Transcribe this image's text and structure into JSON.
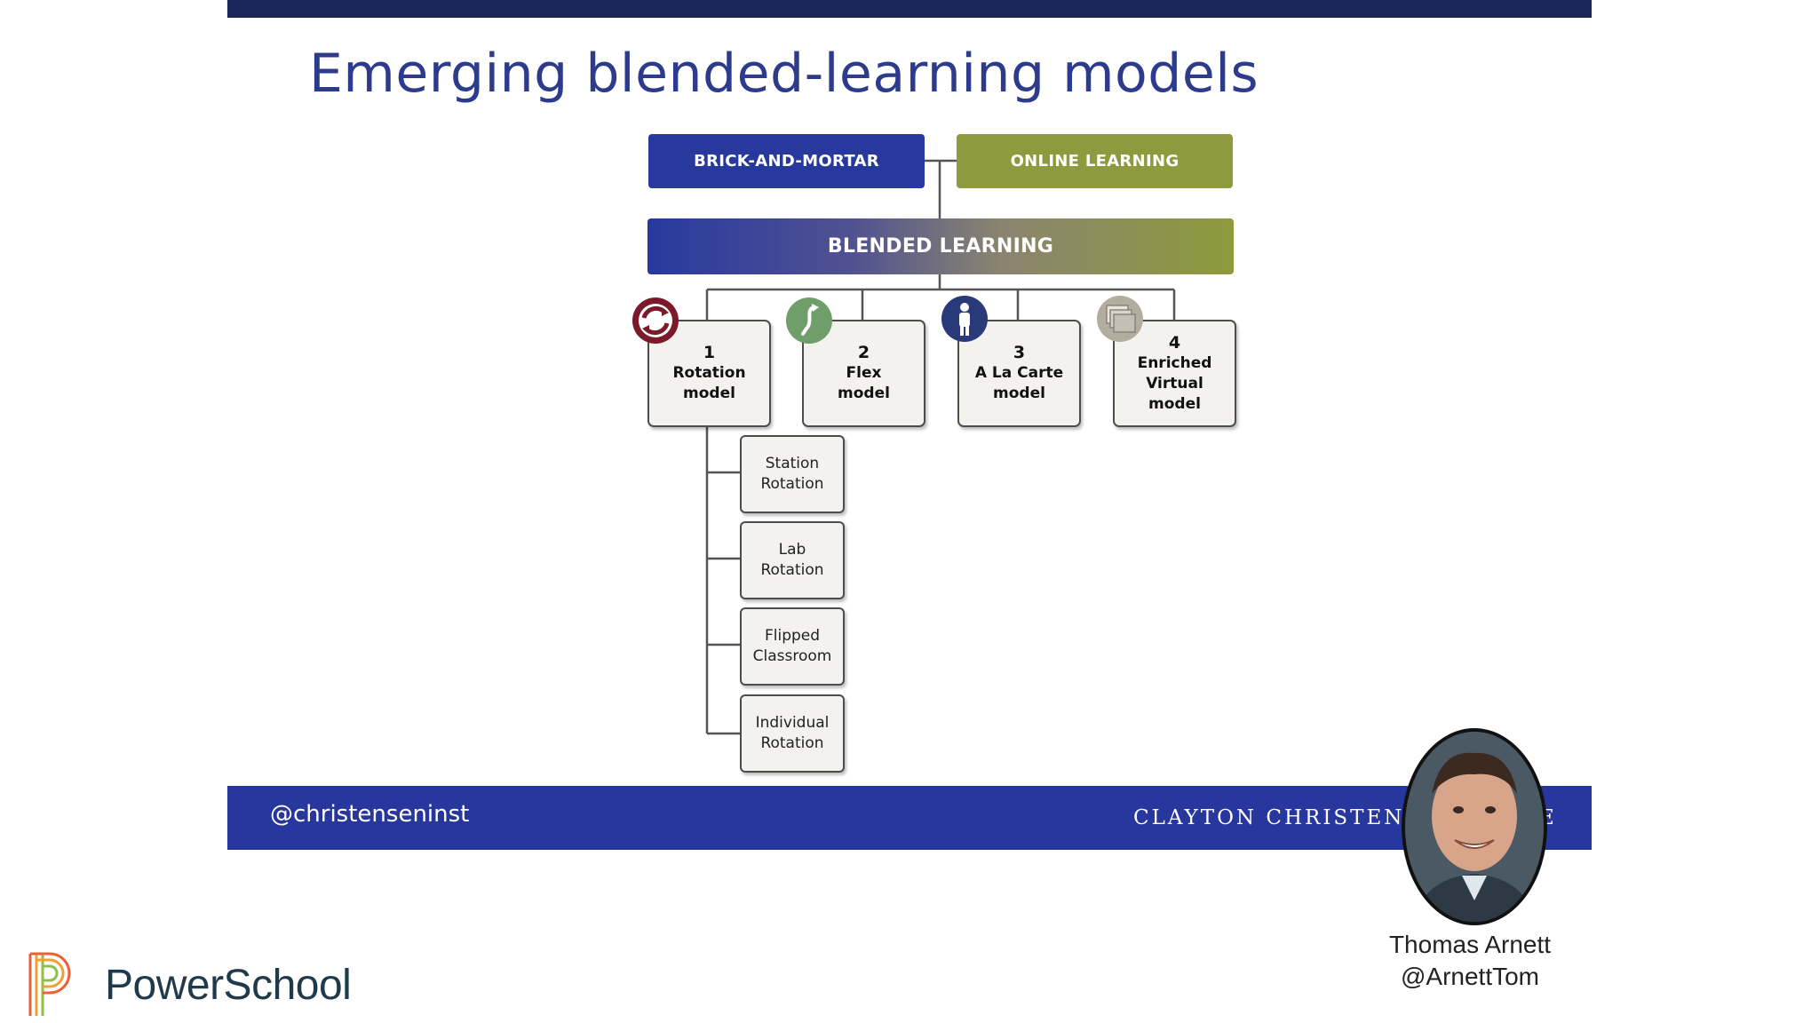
{
  "slide": {
    "title": "Emerging blended-learning models",
    "diagram": {
      "brick_and_mortar": "BRICK-AND-MORTAR",
      "online_learning": "ONLINE LEARNING",
      "blended_learning": "BLENDED LEARNING",
      "models": [
        {
          "number": "1",
          "line1": "Rotation",
          "line2": "model",
          "line3": "",
          "icon": "rotation-arrows-icon",
          "color": "#7b1a2a"
        },
        {
          "number": "2",
          "line1": "Flex",
          "line2": "model",
          "line3": "",
          "icon": "flex-s-curve-icon",
          "color": "#6f9e6b"
        },
        {
          "number": "3",
          "line1": "A La Carte",
          "line2": "model",
          "line3": "",
          "icon": "person-icon",
          "color": "#283a7a"
        },
        {
          "number": "4",
          "line1": "Enriched",
          "line2": "Virtual",
          "line3": "model",
          "icon": "stacked-pages-icon",
          "color": "#b3ada0"
        }
      ],
      "rotation_submodels": [
        {
          "line1": "Station",
          "line2": "Rotation"
        },
        {
          "line1": "Lab",
          "line2": "Rotation"
        },
        {
          "line1": "Flipped",
          "line2": "Classroom"
        },
        {
          "line1": "Individual",
          "line2": "Rotation"
        }
      ]
    },
    "footer": {
      "handle": "@christenseninst",
      "institute_visible_start": "CLAYTON CHRISTENSE",
      "institute_visible_end": "E"
    }
  },
  "speaker": {
    "name": "Thomas Arnett",
    "handle": "@ArnettTom"
  },
  "brand": {
    "name": "PowerSchool"
  },
  "colors": {
    "top_bar": "#1b2456",
    "title": "#2c3b8c",
    "brick": "#28399d",
    "online": "#8f993e",
    "footer": "#28379e"
  }
}
